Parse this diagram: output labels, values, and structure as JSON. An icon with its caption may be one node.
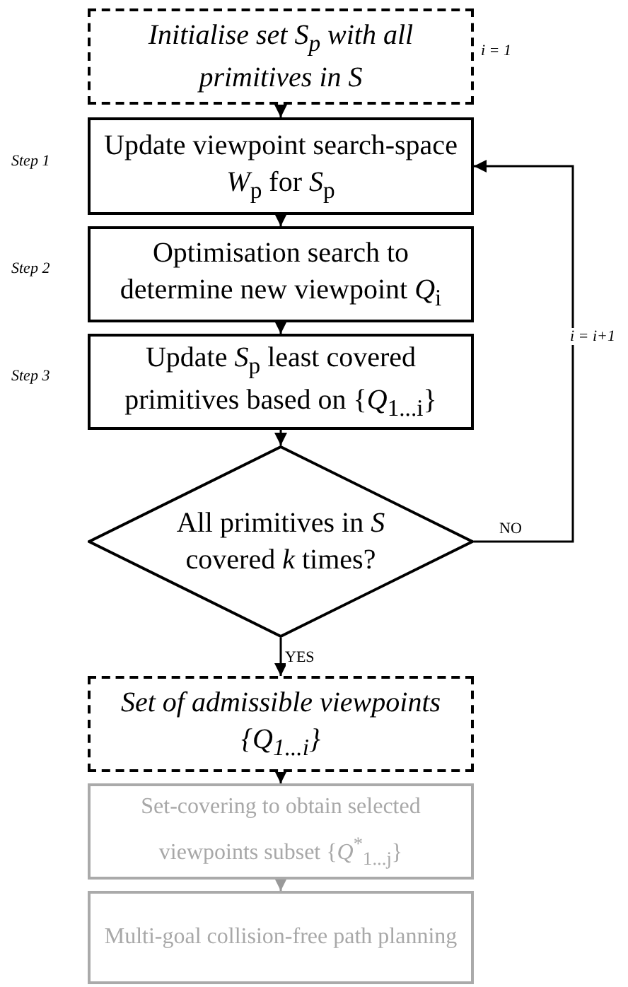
{
  "diagram": {
    "nodes": [
      {
        "text": [
          "Initialise set S$_{p}$ with all primitives in S"
        ],
        "beside": [
          "i = 1"
        ]
      },
      {
        "text": [
          "Update viewpoint search-space *W*$_{p}$ for *S*$_{p}$"
        ],
        "beside": [
          "Step 1"
        ]
      },
      {
        "text": [
          "Optimisation search to determine new viewpoint *Q*$_{i}$"
        ],
        "beside": [
          "Step 2"
        ]
      },
      {
        "text": [
          "Update *S*$_{p}$ least covered primitives based on {*Q*$_{1...i}$}"
        ],
        "beside": [
          "Step 3"
        ]
      },
      {
        "text": [
          "All primitives in *S* covered *k* times?"
        ]
      },
      {
        "text": [
          "Set of admissible viewpoints {Q$_{1...i}$}"
        ]
      },
      {
        "text": [
          "Set-covering to obtain selected viewpoints subset {*Q*$^{*}$$_{1...j}$}"
        ]
      },
      {
        "text": [
          "Multi-goal collision-free path planning"
        ]
      }
    ],
    "edges": [
      {
        "from": 0,
        "to": 1,
        "arrow": "to"
      },
      {
        "from": 1,
        "to": 2,
        "arrow": "to"
      },
      {
        "from": 2,
        "to": 3,
        "arrow": "to"
      },
      {
        "from": 3,
        "to": 4,
        "arrow": "to"
      },
      {
        "from": 4,
        "to": 5,
        "arrow": "to",
        "label": "YES"
      },
      {
        "from": 5,
        "to": 6,
        "arrow": "to"
      },
      {
        "from": 6,
        "to": 7,
        "arrow": "to",
        "color": "#999999"
      },
      {
        "from": 4,
        "to": 1,
        "arrow": "to",
        "label": "NO"
      }
    ],
    "labels": [
      "i = i+1"
    ]
  }
}
